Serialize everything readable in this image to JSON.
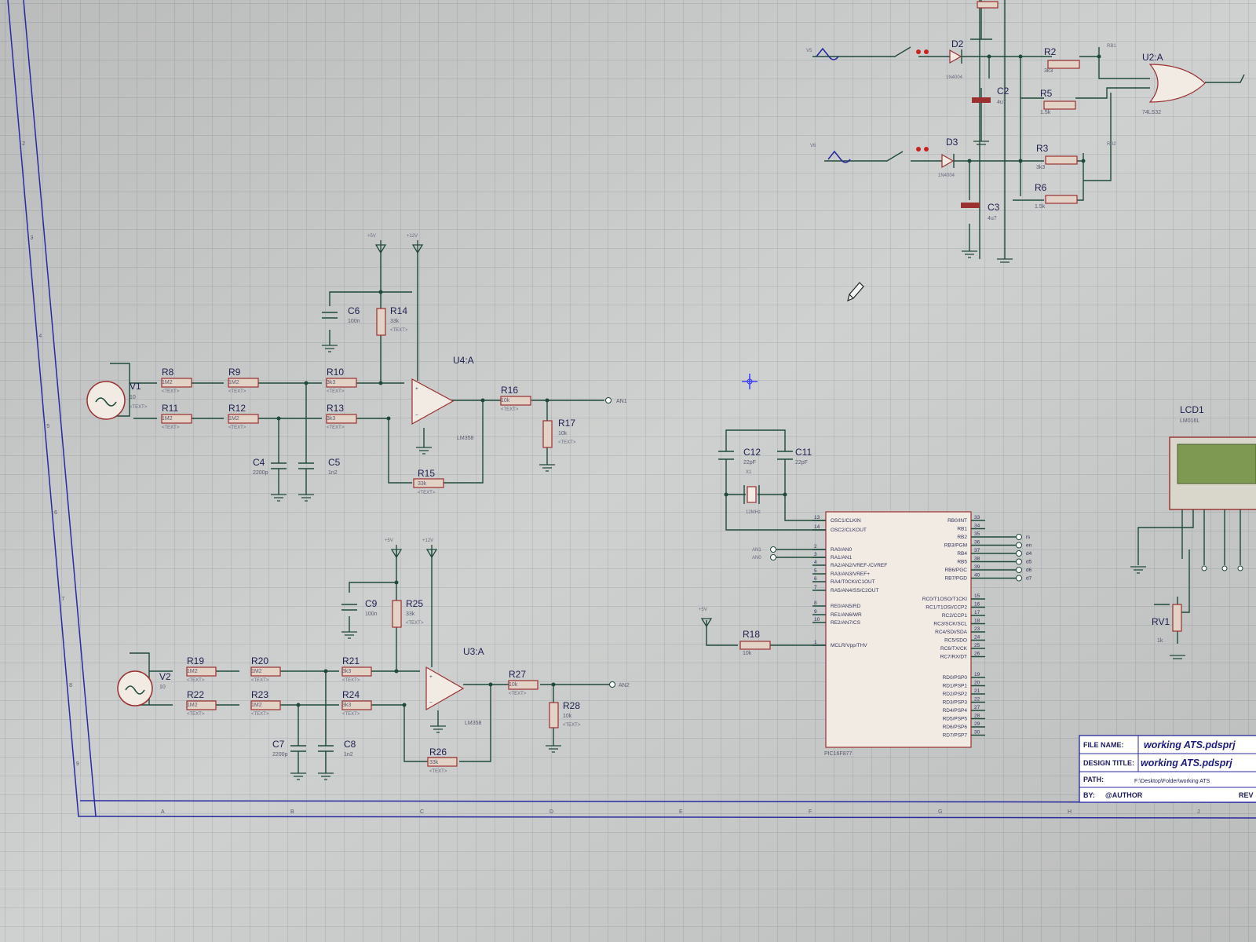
{
  "block1": {
    "source": {
      "name": "V1",
      "value": "10"
    },
    "resistors": [
      {
        "name": "R8",
        "value": "1M2"
      },
      {
        "name": "R9",
        "value": "1M2"
      },
      {
        "name": "R10",
        "value": "3k3"
      },
      {
        "name": "R11",
        "value": "1M2"
      },
      {
        "name": "R12",
        "value": "1M2"
      },
      {
        "name": "R13",
        "value": "3k3"
      },
      {
        "name": "R14",
        "value": "33k"
      },
      {
        "name": "R15",
        "value": "33k"
      },
      {
        "name": "R16",
        "value": "10k"
      },
      {
        "name": "R17",
        "value": "10k"
      }
    ],
    "capacitors": [
      {
        "name": "C4",
        "value": "2200p"
      },
      {
        "name": "C5",
        "value": "1n2"
      },
      {
        "name": "C6",
        "value": "100n"
      }
    ],
    "opamp": {
      "name": "U4:A",
      "part": "LM358"
    },
    "supplies": [
      "+5V",
      "+12V"
    ],
    "output_terminal": "AN1"
  },
  "block2": {
    "source": {
      "name": "V2",
      "value": "10"
    },
    "resistors": [
      {
        "name": "R19",
        "value": "1M2"
      },
      {
        "name": "R20",
        "value": "1M2"
      },
      {
        "name": "R21",
        "value": "3k3"
      },
      {
        "name": "R22",
        "value": "1M2"
      },
      {
        "name": "R23",
        "value": "1M2"
      },
      {
        "name": "R24",
        "value": "3k3"
      },
      {
        "name": "R25",
        "value": "33k"
      },
      {
        "name": "R26",
        "value": "33k"
      },
      {
        "name": "R27",
        "value": "10k"
      },
      {
        "name": "R28",
        "value": "10k"
      }
    ],
    "capacitors": [
      {
        "name": "C7",
        "value": "2200p"
      },
      {
        "name": "C8",
        "value": "1n2"
      },
      {
        "name": "C9",
        "value": "100n"
      }
    ],
    "opamp": {
      "name": "U3:A",
      "part": "LM358"
    },
    "supplies": [
      "+5V",
      "+12V"
    ],
    "output_terminal": "AN2"
  },
  "detector": {
    "sources": [
      "V5",
      "V6"
    ],
    "diodes": [
      {
        "name": "D2",
        "part": "1N4004"
      },
      {
        "name": "D3",
        "part": "1N4004"
      }
    ],
    "capacitors": [
      {
        "name": "C2",
        "value": "4u7"
      },
      {
        "name": "C3",
        "value": "4u7"
      }
    ],
    "resistors": [
      {
        "name": "R2",
        "value": "3k3"
      },
      {
        "name": "R3",
        "value": "3k3"
      },
      {
        "name": "R5",
        "value": "1.5k"
      },
      {
        "name": "R6",
        "value": "1.5k"
      }
    ],
    "gate": {
      "name": "U2:A",
      "part": "74LS32"
    },
    "nets": [
      "RB1",
      "RB2"
    ]
  },
  "mcu": {
    "crystal_caps": [
      {
        "name": "C12",
        "value": "22pF"
      },
      {
        "name": "C11",
        "value": "22pF"
      }
    ],
    "crystal": {
      "name": "X1",
      "value": "12MHz"
    },
    "reset_resistor": {
      "name": "R18",
      "value": "10k"
    },
    "supply": "+5V",
    "part": "PIC16F877",
    "inputs": [
      "AN1",
      "AN0"
    ],
    "left_pins": [
      {
        "num": "13",
        "label": "OSC1/CLKIN"
      },
      {
        "num": "14",
        "label": "OSC2/CLKOUT"
      },
      {
        "num": "2",
        "label": "RA0/AN0"
      },
      {
        "num": "3",
        "label": "RA1/AN1"
      },
      {
        "num": "4",
        "label": "RA2/AN2/VREF-/CVREF"
      },
      {
        "num": "5",
        "label": "RA3/AN3/VREF+"
      },
      {
        "num": "6",
        "label": "RA4/T0CKI/C1OUT"
      },
      {
        "num": "7",
        "label": "RA5/AN4/SS/C2OUT"
      },
      {
        "num": "8",
        "label": "RE0/AN5/RD"
      },
      {
        "num": "9",
        "label": "RE1/AN6/WR"
      },
      {
        "num": "10",
        "label": "RE2/AN7/CS"
      },
      {
        "num": "1",
        "label": "MCLR/Vpp/THV"
      }
    ],
    "right_pins": [
      {
        "num": "33",
        "label": "RB0/INT"
      },
      {
        "num": "34",
        "label": "RB1"
      },
      {
        "num": "35",
        "label": "RB2"
      },
      {
        "num": "36",
        "label": "RB3/PGM"
      },
      {
        "num": "37",
        "label": "RB4"
      },
      {
        "num": "38",
        "label": "RB5"
      },
      {
        "num": "39",
        "label": "RB6/PGC"
      },
      {
        "num": "40",
        "label": "RB7/PGD"
      },
      {
        "num": "15",
        "label": "RC0/T1OSO/T1CKI"
      },
      {
        "num": "16",
        "label": "RC1/T1OSI/CCP2"
      },
      {
        "num": "17",
        "label": "RC2/CCP1"
      },
      {
        "num": "18",
        "label": "RC3/SCK/SCL"
      },
      {
        "num": "23",
        "label": "RC4/SDI/SDA"
      },
      {
        "num": "24",
        "label": "RC5/SDO"
      },
      {
        "num": "25",
        "label": "RC6/TX/CK"
      },
      {
        "num": "26",
        "label": "RC7/RX/DT"
      },
      {
        "num": "19",
        "label": "RD0/PSP0"
      },
      {
        "num": "20",
        "label": "RD1/PSP1"
      },
      {
        "num": "21",
        "label": "RD2/PSP2"
      },
      {
        "num": "22",
        "label": "RD3/PSP3"
      },
      {
        "num": "27",
        "label": "RD4/PSP4"
      },
      {
        "num": "28",
        "label": "RD5/PSP5"
      },
      {
        "num": "29",
        "label": "RD6/PSP6"
      },
      {
        "num": "30",
        "label": "RD7/PSP7"
      }
    ],
    "rb_net_labels": [
      "rs",
      "en",
      "d4",
      "d5",
      "d6",
      "d7"
    ]
  },
  "lcd": {
    "name": "LCD1",
    "part": "LM016L",
    "pot": {
      "name": "RV1",
      "value": "1k"
    }
  },
  "title_block": {
    "file_name_label": "FILE NAME:",
    "file_name": "working ATS.pdsprj",
    "design_title_label": "DESIGN TITLE:",
    "design_title": "working ATS.pdsprj",
    "path_label": "PATH:",
    "path": "F:\\Desktop\\Folder\\working ATS",
    "by_label": "BY:",
    "author": "@AUTHOR",
    "rev_label": "REV"
  },
  "placeholder_text": "<TEXT>",
  "sheet": {
    "column_labels": [
      "A",
      "B",
      "C",
      "D",
      "E",
      "F",
      "G",
      "H",
      "J"
    ],
    "row_labels": [
      "2",
      "3",
      "4",
      "5",
      "6",
      "7",
      "8",
      "9"
    ]
  },
  "colors": {
    "background": "#cfd1d0",
    "grid": "#a9b0b3",
    "wire": "#1f4a3a",
    "component_outline": "#9a3030",
    "border": "#2a2aa0",
    "lcd_screen": "#7e9a52"
  },
  "icons": [
    "pencil-cursor-icon",
    "crosshair-icon",
    "ground-icon",
    "supply-arrow-icon",
    "ac-source-icon"
  ]
}
